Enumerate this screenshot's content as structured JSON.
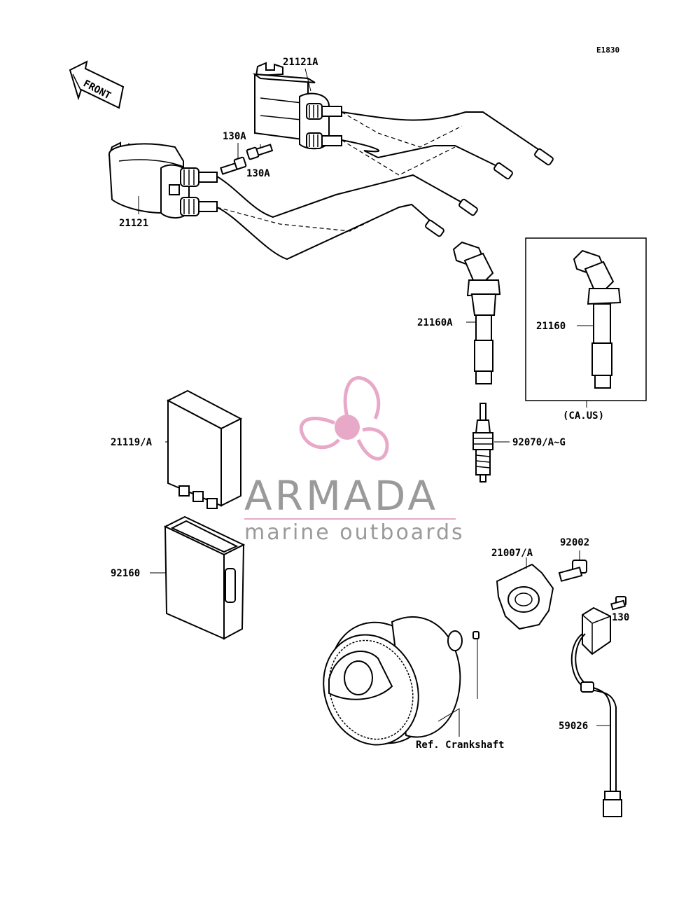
{
  "diagram": {
    "code": "E1830",
    "front_label": "FRONT",
    "callouts": {
      "coil_a": "21121A",
      "coil": "21121",
      "bolt_1": "130A",
      "bolt_2": "130A",
      "plug_cap_a": "21160A",
      "plug_cap": "21160",
      "region_note": "(CA.US)",
      "spark_plug": "92070/A~G",
      "igniter": "21119/A",
      "igniter_case": "92160",
      "timing_plate": "21007/A",
      "bolt_3": "92002",
      "bolt_4": "130",
      "pickup_coil": "59026",
      "crankshaft_ref": "Ref. Crankshaft"
    }
  },
  "watermark": {
    "brand": "ARMADA",
    "tagline": "marine outboards",
    "colors": {
      "logo": "#e8a9c8",
      "text": "#9a9a9a",
      "rule": "#e8a9c8"
    }
  }
}
